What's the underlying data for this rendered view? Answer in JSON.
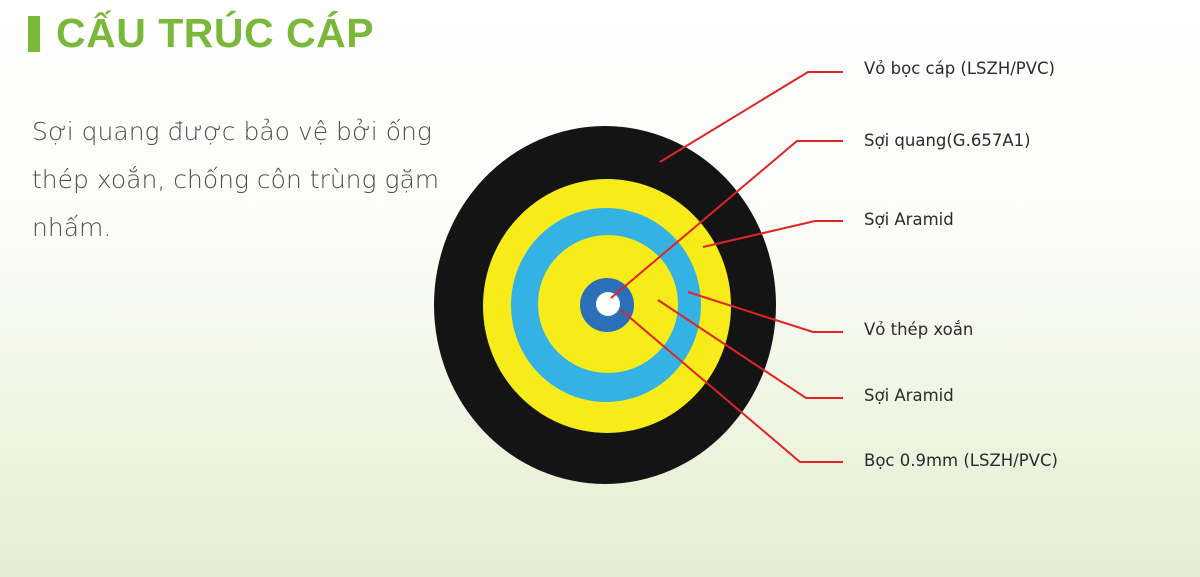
{
  "title": "CẤU TRÚC CÁP",
  "description": "Sợi quang được bảo vệ bởi ống thép xoắn, chống côn trùng gặm nhấm.",
  "labels": [
    "Vỏ bọc cáp (LSZH/PVC)",
    "Sợi quang(G.657A1)",
    "Sợi Aramid",
    "Vỏ thép xoắn",
    "Sợi Aramid",
    "Bọc  0.9mm (LSZH/PVC)"
  ],
  "colors": {
    "accent": "#7ab83a",
    "jacket": "#141414",
    "aramid": "#f7eb1a",
    "steel": "#35b2e4",
    "buffer": "#2a6fb8",
    "fiber": "#ffffff",
    "leader": "#e02424"
  }
}
